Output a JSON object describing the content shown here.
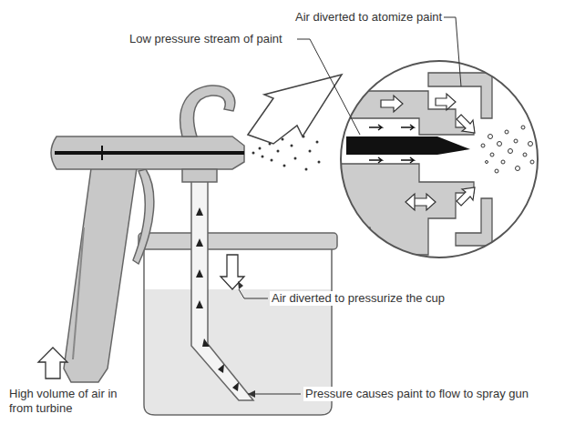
{
  "diagram": {
    "labels": [
      "Air diverted to atomize paint",
      "Low pressure stream of paint",
      "Air diverted to pressurize the cup",
      "Pressure causes paint to flow to spray gun",
      "High volume of air in from turbine"
    ]
  }
}
